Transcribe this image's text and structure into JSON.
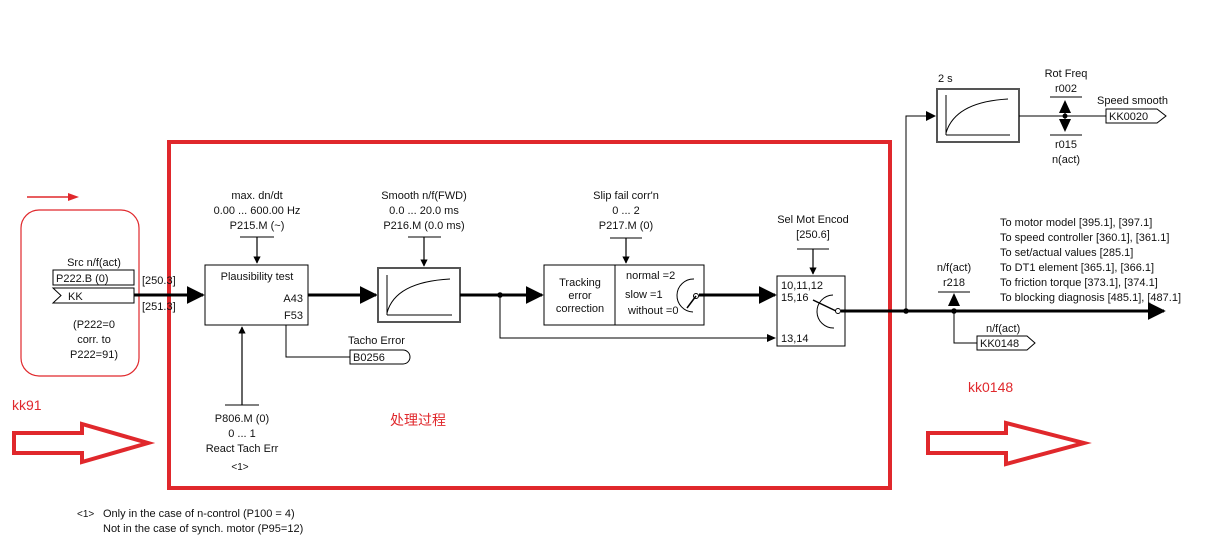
{
  "source": {
    "title": "Src n/f(act)",
    "param": "P222.B (0)",
    "connector": "KK",
    "ref_top": "[250.3]",
    "ref_bottom": "[251.3]",
    "note_lines": [
      "(P222=0",
      "corr. to",
      "P222=91)"
    ]
  },
  "plausibility": {
    "param_lines": [
      "max. dn/dt",
      "0.00 ... 600.00 Hz",
      "P215.M (~)"
    ],
    "title": "Plausibility test",
    "codes": [
      "A43",
      "F53"
    ],
    "tacho_error_label": "Tacho Error",
    "tacho_error_connector": "B0256",
    "react_lines": [
      "P806.M (0)",
      "0 ... 1",
      "React Tach Err"
    ],
    "react_footnote": "<1>"
  },
  "smooth": {
    "param_lines": [
      "Smooth n/f(FWD)",
      "0.0 ... 20.0 ms",
      "P216.M (0.0 ms)"
    ]
  },
  "slip": {
    "param_lines": [
      "Slip fail corr'n",
      "0 ... 2",
      "P217.M (0)"
    ],
    "block_lines": [
      "Tracking",
      "error",
      "correction"
    ],
    "options": [
      "normal =2",
      "slow =1",
      "without =0"
    ]
  },
  "encoder_switch": {
    "param_lines": [
      "Sel Mot Encod",
      "[250.6]"
    ],
    "inputs_top": [
      "10,11,12",
      "15,16"
    ],
    "input_bottom": "13,14"
  },
  "smoothing_2s": {
    "label": "2 s",
    "rot_freq_label": "Rot Freq",
    "r002": "r002",
    "r015": "r015",
    "nact": "n(act)",
    "speed_smooth_label": "Speed smooth",
    "speed_smooth_connector": "KK0020"
  },
  "output": {
    "nfact_label": "n/f(act)",
    "r218": "r218",
    "connector_label": "n/f(act)",
    "connector": "KK0148",
    "destinations": [
      "To motor model [395.1], [397.1]",
      "To speed controller [360.1], [361.1]",
      "To set/actual values [285.1]",
      "To DT1 element [365.1], [366.1]",
      "To friction torque [373.1], [374.1]",
      "To blocking diagnosis [485.1], [487.1]"
    ]
  },
  "footnote": {
    "marker": "<1>",
    "lines": [
      "Only in the case of n-control (P100 = 4)",
      "Not in the case of synch. motor (P95=12)"
    ]
  },
  "annotations": {
    "input_label": "kk91",
    "process_label": "处理过程",
    "output_label": "kk0148",
    "accent_color": "#e0282c"
  }
}
